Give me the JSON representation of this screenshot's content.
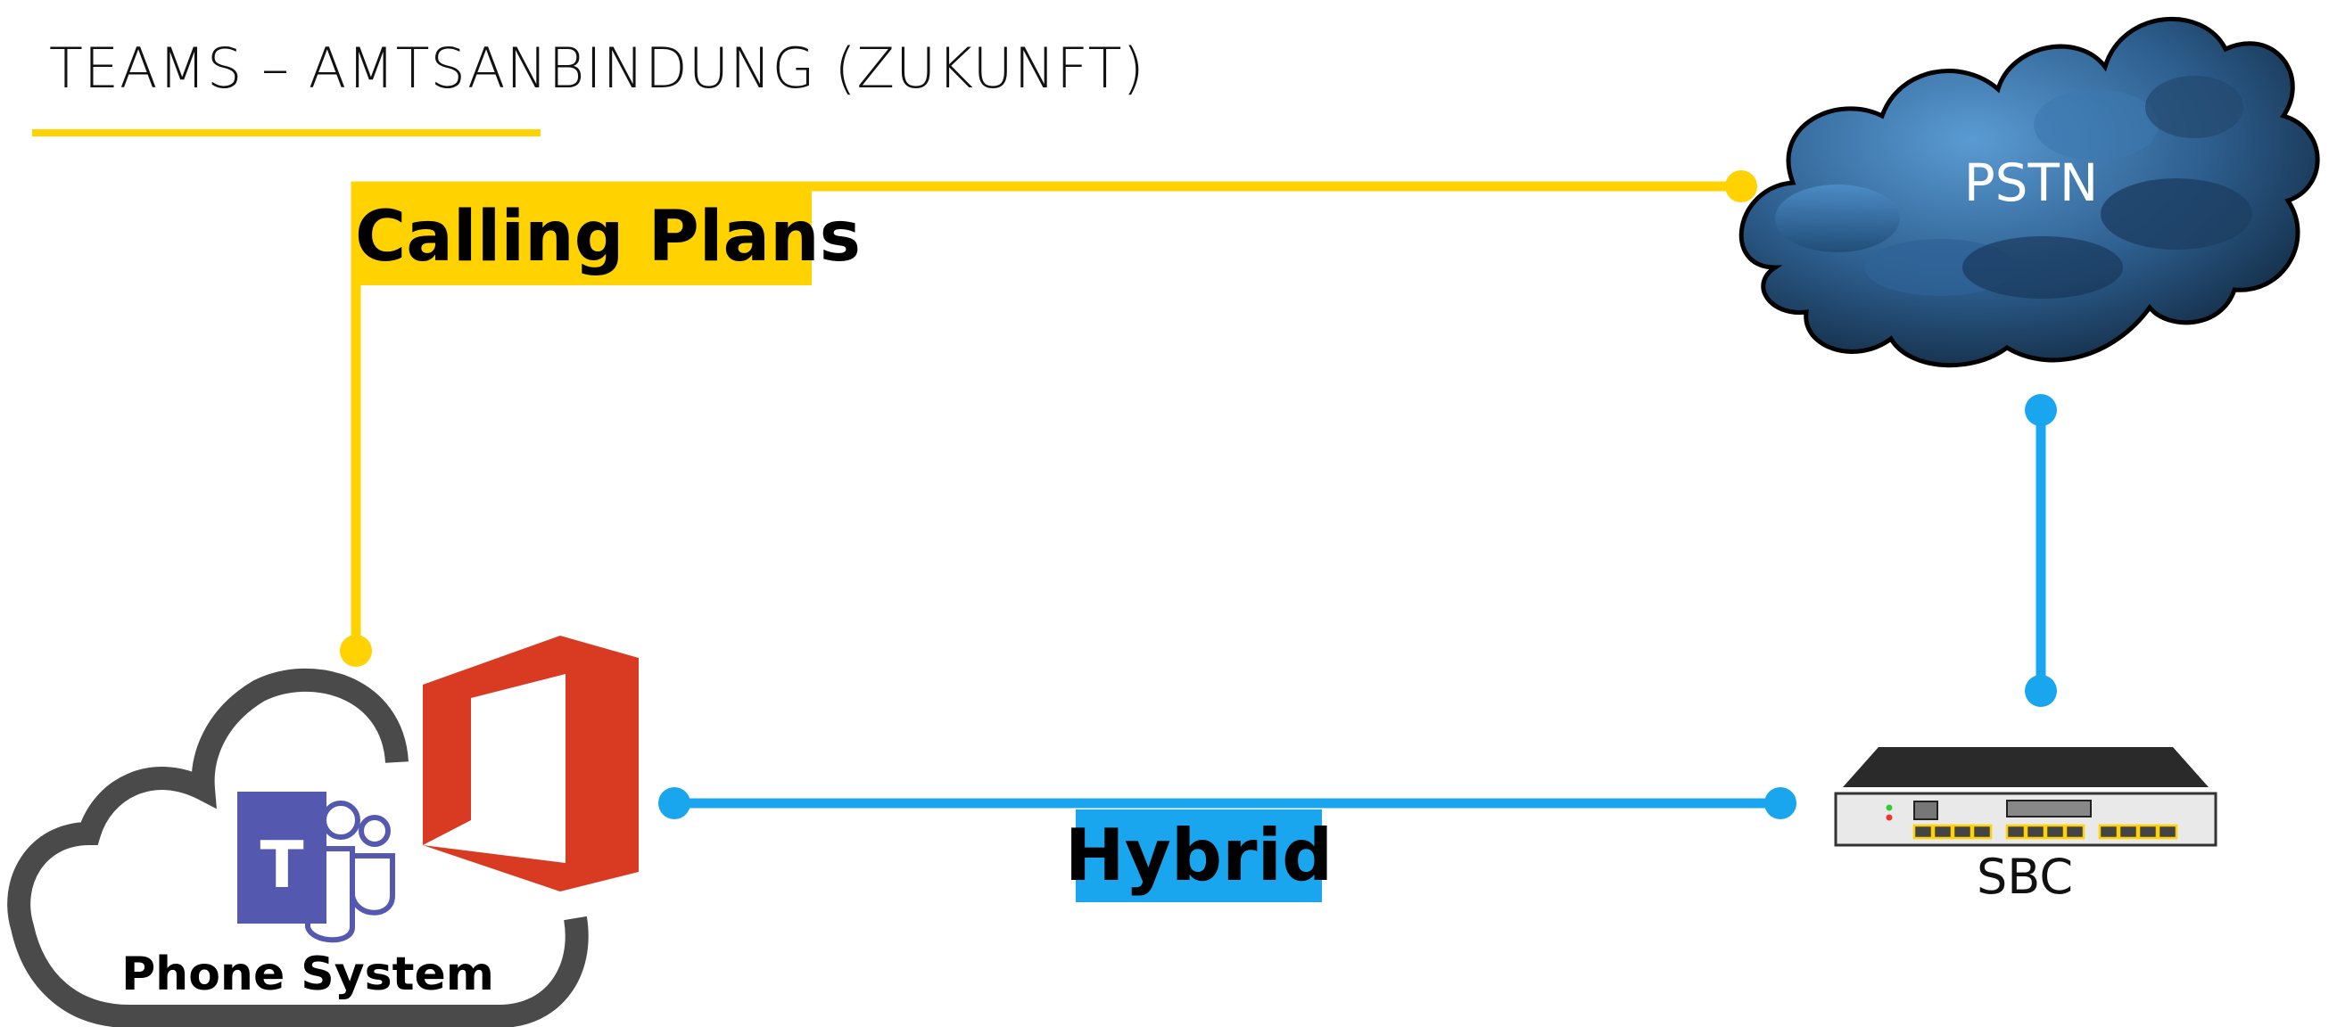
{
  "header": {
    "title": "TEAMS – AMTSANBINDUNG (ZUKUNFT)"
  },
  "nodes": {
    "pstn": {
      "label": "PSTN"
    },
    "sbc": {
      "label": "SBC"
    },
    "phone_system": {
      "label": "Phone System"
    },
    "teams_logo": {
      "letter": "T"
    }
  },
  "connections": {
    "calling_plans": {
      "label": "Calling Plans"
    },
    "hybrid": {
      "label": "Hybrid"
    }
  },
  "colors": {
    "yellow": "#FFD200",
    "blue": "#1AA6EE",
    "office_red": "#D83B22",
    "teams_purple": "#5558AF",
    "cloud_outline": "#4A4A4A",
    "pstn_dark": "#1B3A5C",
    "pstn_light": "#4C8FC9"
  }
}
